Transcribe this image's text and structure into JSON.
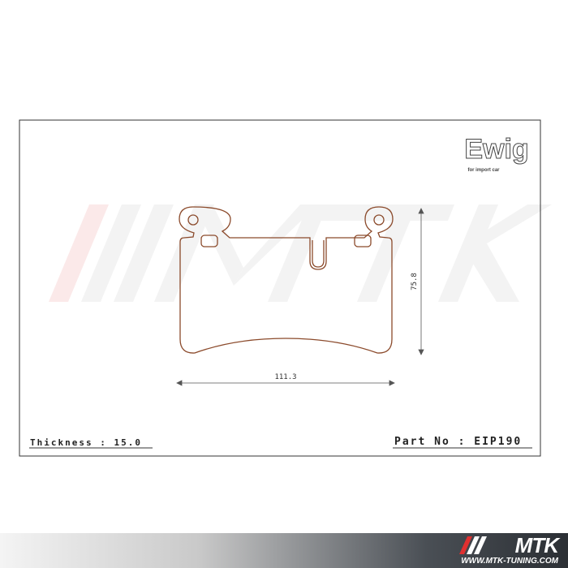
{
  "brand": {
    "name": "Ewig",
    "tagline": "for import car"
  },
  "dimensions": {
    "height": "75.8",
    "width": "111.3"
  },
  "thickness_label": "Thickness : 15.0",
  "part_label": "Part No : EIP190",
  "watermark": "MTK",
  "footer": {
    "logo": "MTK",
    "url": "WWW.MTK-TUNING.COM"
  },
  "colors": {
    "pad_outline": "#a0522d",
    "frame": "#333333",
    "accent": "#e03030"
  }
}
